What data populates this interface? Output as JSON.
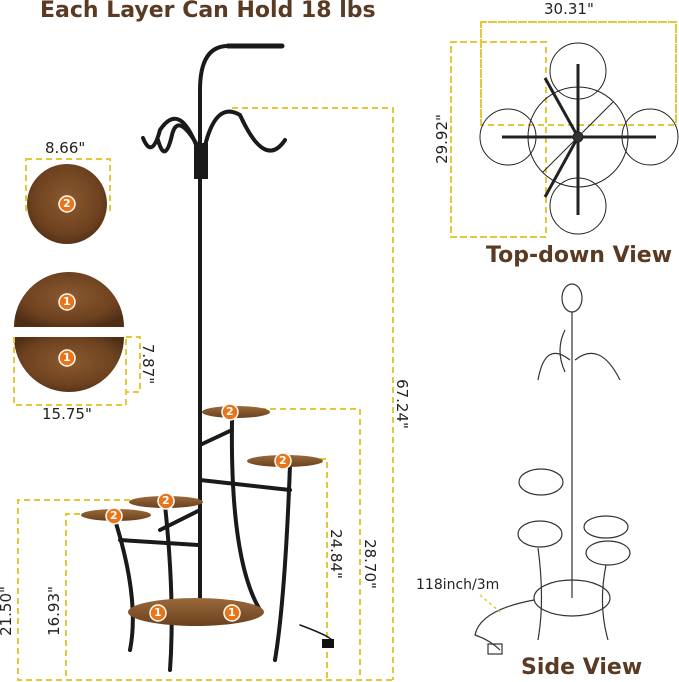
{
  "headings": {
    "capacity": "Each Layer Can Hold 18 lbs",
    "top_view": "Top-down View",
    "side_view": "Side View"
  },
  "dimensions": {
    "top_width": "30.31\"",
    "top_depth": "29.92\"",
    "small_shelf_diameter": "8.66\"",
    "half_shelf_depth": "7.87\"",
    "large_shelf_diameter": "15.75\"",
    "total_height": "67.24\"",
    "upper_shelf_height": "28.70\"",
    "mid_shelf_height": "24.84\"",
    "left_upper_height": "21.50\"",
    "left_lower_height": "16.93\"",
    "cord_length": "118inch/3m"
  },
  "badges": {
    "small_shelf": "2",
    "large_shelf": "1"
  },
  "colors": {
    "heading": "#5a3a22",
    "dashed_guide": "#e3c93a",
    "badge": "#e8751a",
    "wood": "#7a4a25",
    "metal": "#1a1a1a"
  }
}
